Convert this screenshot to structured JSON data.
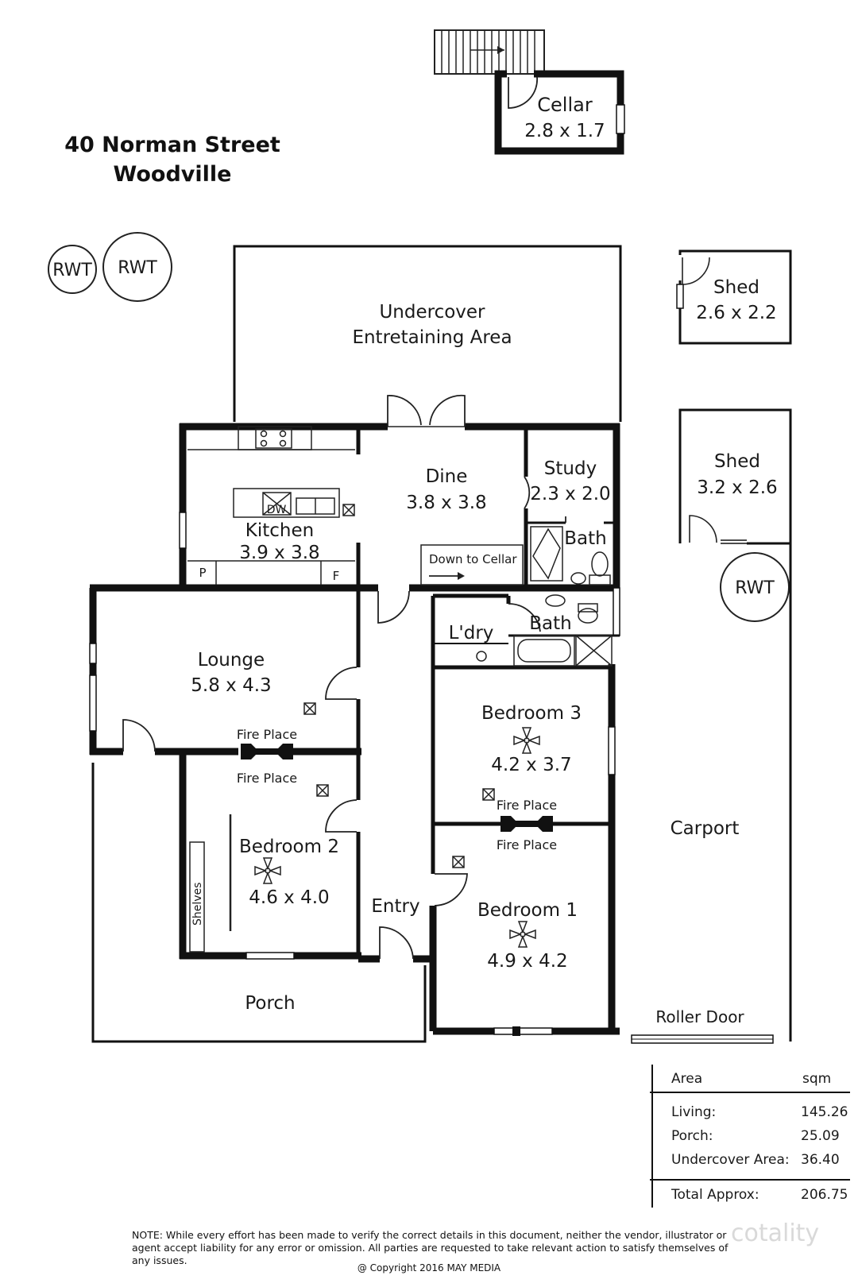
{
  "address": {
    "line1": "40 Norman Street",
    "line2": "Woodville"
  },
  "rooms": {
    "cellar": {
      "name": "Cellar",
      "dims": "2.8 x 1.7"
    },
    "undercover": {
      "line1": "Undercover",
      "line2": "Entretaining Area"
    },
    "shed1": {
      "name": "Shed",
      "dims": "2.6 x 2.2"
    },
    "shed2": {
      "name": "Shed",
      "dims": "3.2 x 2.6"
    },
    "kitchen": {
      "name": "Kitchen",
      "dims": "3.9 x 3.8"
    },
    "dine": {
      "name": "Dine",
      "dims": "3.8 x 3.8"
    },
    "study": {
      "name": "Study",
      "dims": "2.3 x 2.0"
    },
    "bath1": {
      "name": "Bath"
    },
    "bath2": {
      "name": "Bath"
    },
    "laundry": {
      "name": "L'dry"
    },
    "lounge": {
      "name": "Lounge",
      "dims": "5.8 x 4.3"
    },
    "bedroom3": {
      "name": "Bedroom 3",
      "dims": "4.2 x 3.7"
    },
    "bedroom2": {
      "name": "Bedroom 2",
      "dims": "4.6 x 4.0"
    },
    "bedroom1": {
      "name": "Bedroom 1",
      "dims": "4.9 x 4.2"
    },
    "entry": {
      "name": "Entry"
    },
    "porch": {
      "name": "Porch"
    },
    "carport": {
      "name": "Carport"
    }
  },
  "labels": {
    "rwt": "RWT",
    "dw": "DW",
    "pantry": "P",
    "fridge": "F",
    "down_to_cellar": "Down to Cellar",
    "fire_place": "Fire Place",
    "shelves": "Shelves",
    "roller_door": "Roller Door"
  },
  "area_table": {
    "header": {
      "area": "Area",
      "unit": "sqm"
    },
    "rows": [
      {
        "label": "Living:",
        "value": "145.26"
      },
      {
        "label": "Porch:",
        "value": "25.09"
      },
      {
        "label": "Undercover Area:",
        "value": "36.40"
      }
    ],
    "total": {
      "label": "Total Approx:",
      "value": "206.75"
    }
  },
  "note": "NOTE: While every effort has been made to verify the correct details in this document, neither the vendor, illustrator or agent accept liability for any error or omission. All parties are requested to take relevant action to satisfy themselves of any issues.",
  "copyright": "@ Copyright 2016 MAY MEDIA",
  "watermark": "cotality"
}
